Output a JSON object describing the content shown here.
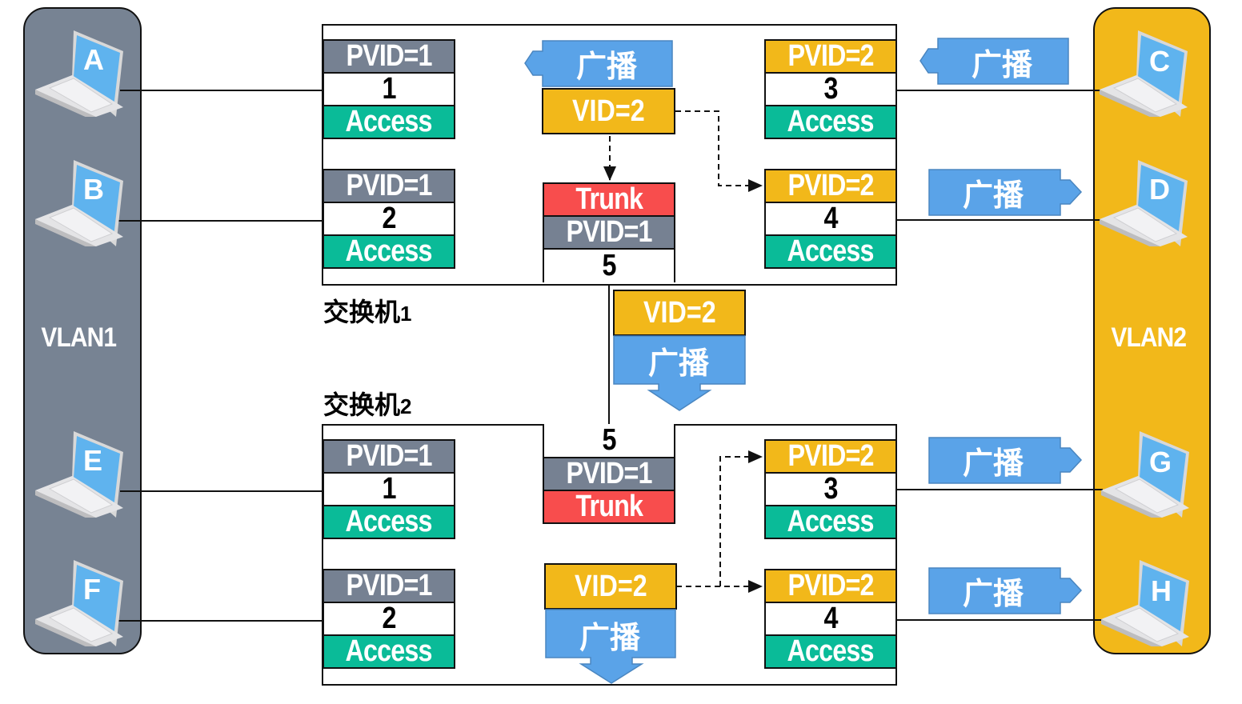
{
  "vlans": {
    "vlan1": {
      "label": "VLAN1",
      "color": "#778393"
    },
    "vlan2": {
      "label": "VLAN2",
      "color": "#f2b81a"
    }
  },
  "hosts": {
    "a": "A",
    "b": "B",
    "c": "C",
    "d": "D",
    "e": "E",
    "f": "F",
    "g": "G",
    "h": "H"
  },
  "switch1": {
    "label": "交换机",
    "number": "1",
    "ports": [
      {
        "pvid": "PVID=1",
        "id": "1",
        "mode": "Access"
      },
      {
        "pvid": "PVID=1",
        "id": "2",
        "mode": "Access"
      },
      {
        "pvid": "PVID=2",
        "id": "3",
        "mode": "Access"
      },
      {
        "pvid": "PVID=2",
        "id": "4",
        "mode": "Access"
      },
      {
        "pvid": "PVID=1",
        "id": "5",
        "mode": "Trunk"
      }
    ],
    "frame": {
      "broadcast": "广播",
      "vid": "VID=2"
    }
  },
  "switch2": {
    "label": "交换机",
    "number": "2",
    "ports": [
      {
        "pvid": "PVID=1",
        "id": "1",
        "mode": "Access"
      },
      {
        "pvid": "PVID=1",
        "id": "2",
        "mode": "Access"
      },
      {
        "pvid": "PVID=2",
        "id": "3",
        "mode": "Access"
      },
      {
        "pvid": "PVID=2",
        "id": "4",
        "mode": "Access"
      },
      {
        "pvid": "PVID=1",
        "id": "5",
        "mode": "Trunk"
      }
    ],
    "frame": {
      "broadcast": "广播",
      "vid": "VID=2"
    }
  },
  "trunk_frame": {
    "vid": "VID=2",
    "broadcast": "广播"
  },
  "broadcast_arrows": {
    "from_c": "广播",
    "to_d": "广播",
    "to_g": "广播",
    "to_h": "广播"
  },
  "colors": {
    "pvid1": "#768192",
    "pvid2": "#f2b81a",
    "access": "#0abb98",
    "trunk": "#f84d4d",
    "broadcast": "#5aa3e8"
  }
}
